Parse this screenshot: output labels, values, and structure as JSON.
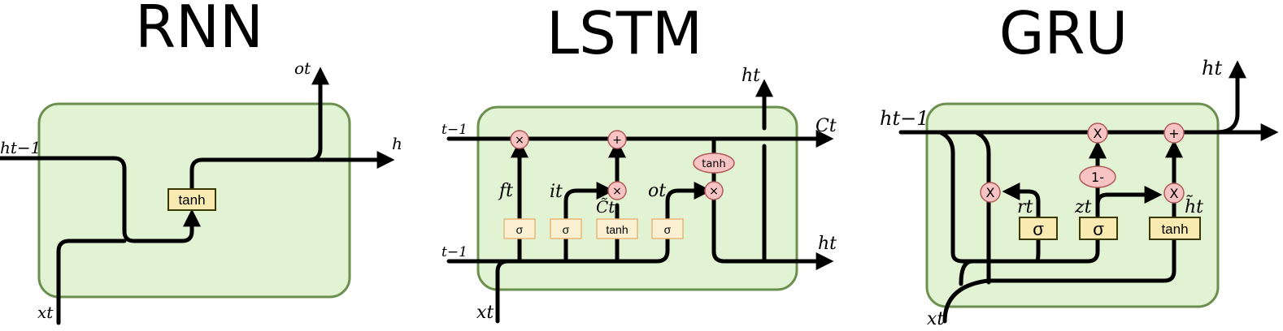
{
  "rnn": {
    "title": "RNN",
    "gate": "tanh",
    "labels": {
      "h_prev": "ht−1",
      "out": "ot",
      "h": "h",
      "x": "xt"
    }
  },
  "lstm": {
    "title": "LSTM",
    "gates": [
      "σ",
      "σ",
      "tanh",
      "σ"
    ],
    "ops": {
      "mul": "×",
      "add": "+",
      "tanh": "tanh"
    },
    "labels": {
      "c_prev": "t−1",
      "h_prev": "t−1",
      "c": "Ct",
      "h_top": "ht",
      "h_right": "ht",
      "f": "ft",
      "i": "it",
      "c_tilde": "C̃t",
      "o": "ot",
      "x": "xt"
    }
  },
  "gru": {
    "title": "GRU",
    "gates": [
      "σ",
      "σ",
      "tanh"
    ],
    "ops": {
      "mul": "X",
      "add": "+",
      "one_minus": "1-"
    },
    "labels": {
      "h_prev": "ht−1",
      "h_top": "ht",
      "r": "rt",
      "z": "zt",
      "h_tilde": "h̃t",
      "x": "xt"
    }
  }
}
